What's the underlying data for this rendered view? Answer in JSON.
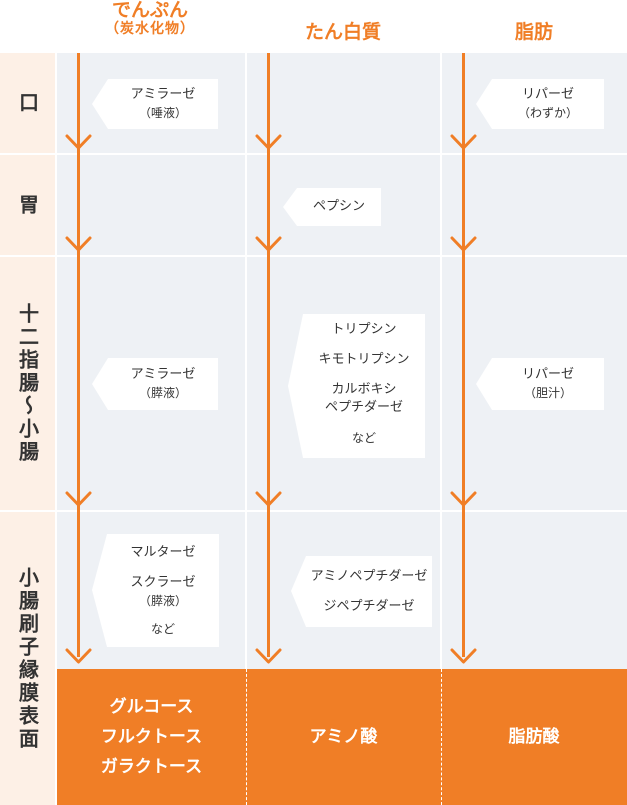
{
  "columns": {
    "starch": {
      "title": "でんぷん",
      "subtitle": "（炭水化物）"
    },
    "protein": {
      "title": "たん白質"
    },
    "fat": {
      "title": "脂肪"
    }
  },
  "rows": {
    "mouth": "口",
    "stomach": "胃",
    "duodenum": "十二指腸〜小腸",
    "brush": "小腸刷子縁膜表面"
  },
  "enzymes": {
    "mouth_starch": {
      "name": "アミラーゼ",
      "source": "（唾液）"
    },
    "mouth_fat": {
      "name": "リパーゼ",
      "source": "（わずか）"
    },
    "stomach_protein": {
      "name": "ペプシン"
    },
    "duodenum_starch": {
      "name": "アミラーゼ",
      "source": "（膵液）"
    },
    "duodenum_protein": {
      "line1": "トリプシン",
      "line2": "キモトリプシン",
      "line3a": "カルボキシ",
      "line3b": "ペプチダーゼ",
      "etc": "など"
    },
    "duodenum_fat": {
      "name": "リパーゼ",
      "source": "（胆汁）"
    },
    "brush_starch": {
      "line1": "マルターゼ",
      "line2": "スクラーゼ",
      "source": "（膵液）",
      "etc": "など"
    },
    "brush_protein": {
      "line1": "アミノペプチダーゼ",
      "line2": "ジペプチダーゼ"
    }
  },
  "results": {
    "starch": [
      "グルコース",
      "フルクトース",
      "ガラクトース"
    ],
    "protein": "アミノ酸",
    "fat": "脂肪酸"
  },
  "colors": {
    "accent": "#f07e26",
    "cell": "#eef1f5",
    "label_bg": "#fdf0e6"
  }
}
